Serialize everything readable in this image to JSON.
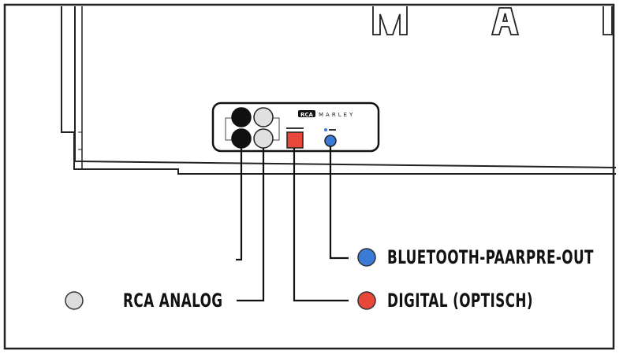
{
  "panel": {
    "brand_text": "MARLEY",
    "logo_text": "RCA",
    "ports": [
      {
        "id": "rca-black-top",
        "color": "#111111"
      },
      {
        "id": "rca-white-top",
        "color": "#e0e0e0"
      },
      {
        "id": "rca-black-bottom",
        "color": "#111111"
      },
      {
        "id": "rca-white-bottom",
        "color": "#e0e0e0"
      },
      {
        "id": "optical",
        "color": "#e8483a"
      },
      {
        "id": "bluetooth-pre-out",
        "color": "#3a7bd5"
      }
    ]
  },
  "legend": [
    {
      "id": "rca",
      "label": "RCA ANALOG",
      "color": "#dcdcdc"
    },
    {
      "id": "digital",
      "label": "DIGITAL (OPTISCH)",
      "color": "#e8483a"
    },
    {
      "id": "bluetooth",
      "label": "BLUETOOTH-PAARPRE-OUT",
      "color": "#3a7bd5"
    }
  ],
  "colors": {
    "line": "#111111",
    "frame": "#222222"
  }
}
